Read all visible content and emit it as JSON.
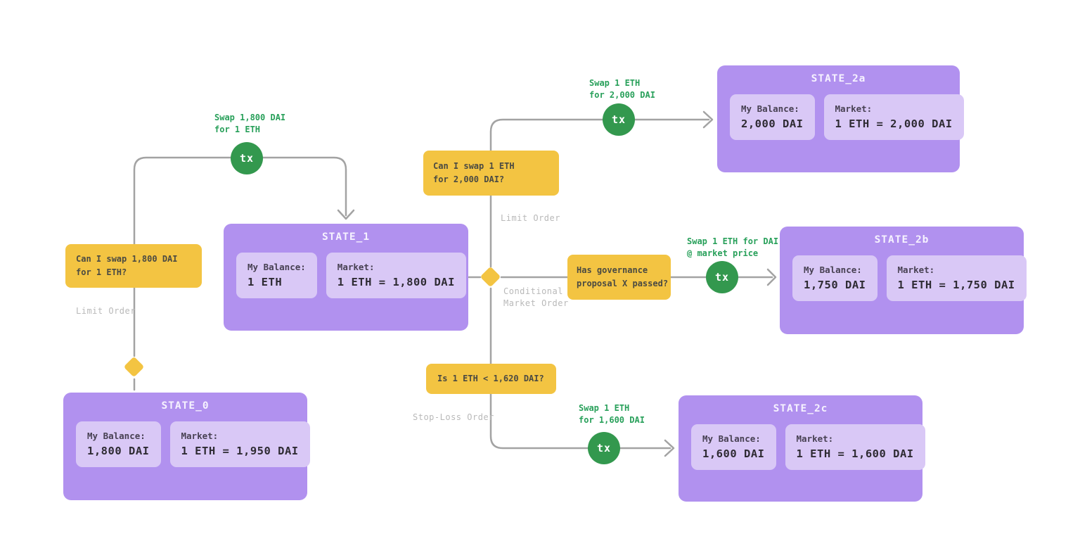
{
  "colors": {
    "purple": "#b191ef",
    "purple_light": "#d9c8f6",
    "yellow": "#f3c442",
    "green": "#33984e",
    "green_text": "#28a05a",
    "line_gray": "#a3a3a3",
    "label_gray": "#b9b9b9"
  },
  "tx_badge": "tx",
  "states": [
    {
      "title": "STATE_0",
      "balance_label": "My Balance:",
      "balance_value": "1,800 DAI",
      "market_label": "Market:",
      "market_value": "1 ETH = 1,950 DAI"
    },
    {
      "title": "STATE_1",
      "balance_label": "My Balance:",
      "balance_value": "1 ETH",
      "market_label": "Market:",
      "market_value": "1 ETH = 1,800 DAI"
    },
    {
      "title": "STATE_2a",
      "balance_label": "My Balance:",
      "balance_value": "2,000 DAI",
      "market_label": "Market:",
      "market_value": "1 ETH = 2,000 DAI"
    },
    {
      "title": "STATE_2b",
      "balance_label": "My Balance:",
      "balance_value": "1,750 DAI",
      "market_label": "Market:",
      "market_value": "1 ETH = 1,750 DAI"
    },
    {
      "title": "STATE_2c",
      "balance_label": "My Balance:",
      "balance_value": "1,600 DAI",
      "market_label": "Market:",
      "market_value": "1 ETH = 1,600 DAI"
    }
  ],
  "conditions": [
    {
      "lines": [
        "Can I swap 1,800 DAI",
        "for 1 ETH?"
      ]
    },
    {
      "lines": [
        "Can I swap 1 ETH",
        "for 2,000 DAI?"
      ]
    },
    {
      "lines": [
        "Has governance",
        "proposal X passed?"
      ]
    },
    {
      "lines": [
        "Is 1 ETH < 1,620 DAI?"
      ]
    }
  ],
  "order_labels": [
    {
      "lines": [
        "Limit Order"
      ]
    },
    {
      "lines": [
        "Limit Order"
      ]
    },
    {
      "lines": [
        "Conditional",
        "Market Order"
      ]
    },
    {
      "lines": [
        "Stop-Loss Order"
      ]
    }
  ],
  "swap_labels": [
    {
      "lines": [
        "Swap 1,800 DAI",
        "for 1 ETH"
      ]
    },
    {
      "lines": [
        "Swap 1 ETH",
        "for 2,000 DAI"
      ]
    },
    {
      "lines": [
        "Swap 1 ETH for DAI",
        "@ market price"
      ]
    },
    {
      "lines": [
        "Swap 1 ETH",
        "for 1,600 DAI"
      ]
    }
  ]
}
